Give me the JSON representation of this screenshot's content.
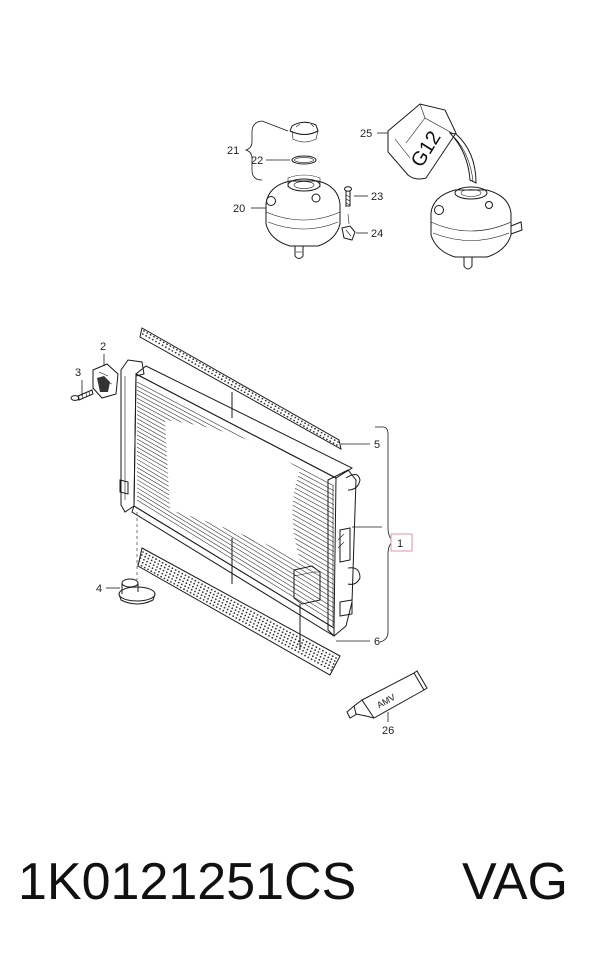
{
  "diagram": {
    "callouts": {
      "c1": "1",
      "c2": "2",
      "c3": "3",
      "c4": "4",
      "c5": "5",
      "c6": "6",
      "c20": "20",
      "c21": "21",
      "c22": "22",
      "c23": "23",
      "c24": "24",
      "c25": "25",
      "c26": "26"
    },
    "tube_label": "AMV",
    "bottle_label": "G12",
    "highlight_color": "#d99aa6"
  },
  "caption": {
    "part_number": "1K0121251CS",
    "brand": "VAG"
  }
}
